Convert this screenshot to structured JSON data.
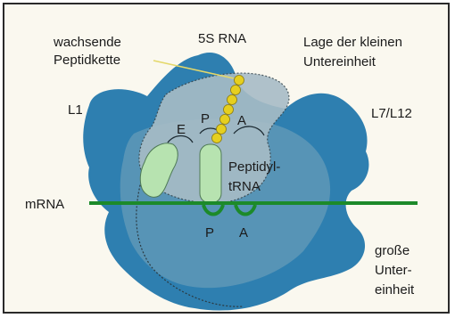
{
  "labels": {
    "growing_chain_line1": "wachsende",
    "growing_chain_line2": "Peptidkette",
    "rna_5s": "5S RNA",
    "small_subunit_line1": "Lage der kleinen",
    "small_subunit_line2": "Untereinheit",
    "l1": "L1",
    "l7_l12": "L7/L12",
    "site_e": "E",
    "site_p_top": "P",
    "site_a_top": "A",
    "peptidyl_line1": "Peptidyl-",
    "peptidyl_line2": "tRNA",
    "mrna": "mRNA",
    "site_p_bottom": "P",
    "site_a_bottom": "A",
    "large_subunit_line1": "große",
    "large_subunit_line2": "Unter-",
    "large_subunit_line3": "einheit"
  },
  "colors": {
    "background": "#faf8ef",
    "large_subunit": "#2e7fb0",
    "small_subunit": "#a7bcc6",
    "trna": "#b7e3b0",
    "mrna": "#1c8a2a",
    "peptide_bead": "#e6cf1f",
    "leader_line": "#e4d86a"
  }
}
